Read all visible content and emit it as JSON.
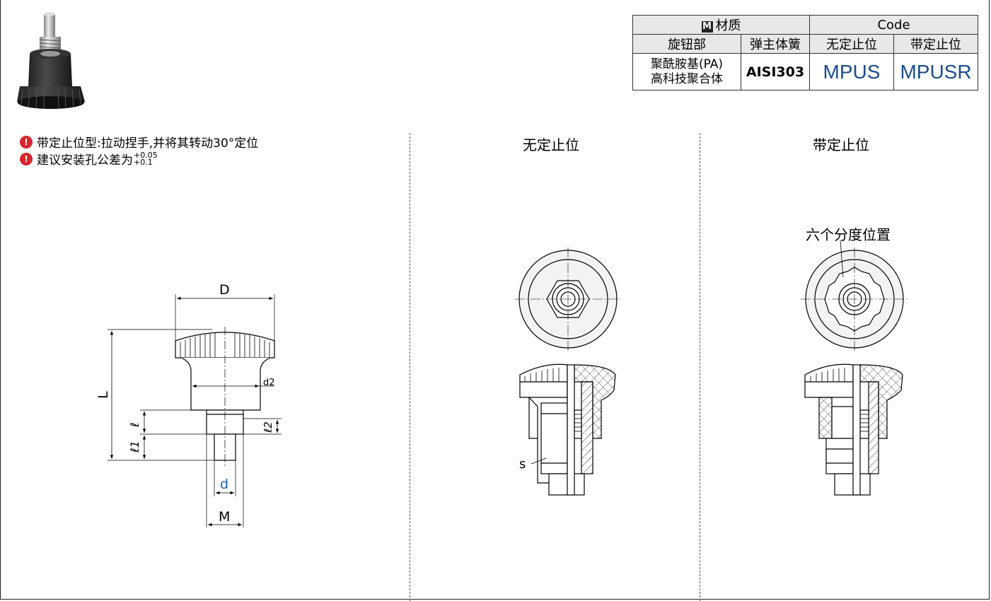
{
  "table": {
    "material_header": "材质",
    "material_badge": "M",
    "code_header": "Code",
    "knob_part": "旋钮部",
    "spring_part": "弹主体簧",
    "no_stop": "无定止位",
    "with_stop": "带定止位",
    "knob_material_line1": "聚酰胺基(PA)",
    "knob_material_line2": "高科技聚合体",
    "spring_material": "AISI303",
    "code_no_stop": "MPUS",
    "code_with_stop": "MPUSR"
  },
  "notes": {
    "note1": "带定止位型:拉动捏手,并将其转动30°定位",
    "note2": "建议安装孔公差为",
    "tol_upper": "+0.05",
    "tol_lower": "+0.1"
  },
  "drawing": {
    "label_D": "D",
    "label_d2": "d2",
    "label_L": "L",
    "label_l": "ℓ",
    "label_l1": "ℓ1",
    "label_l2": "ℓ2",
    "label_d": "d",
    "label_M": "M",
    "label_s": "s"
  },
  "views": {
    "no_stop_title": "无定止位",
    "with_stop_title": "带定止位",
    "six_positions": "六个分度位置"
  }
}
